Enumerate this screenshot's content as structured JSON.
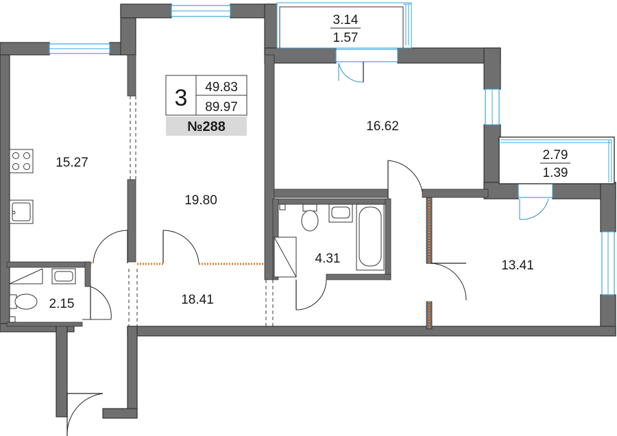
{
  "apartment": {
    "rooms_count": "3",
    "living_area": "49.83",
    "total_area": "89.97",
    "number": "№288"
  },
  "rooms": {
    "kitchen": "15.27",
    "living_room": "19.80",
    "bedroom_top": "16.62",
    "bedroom_right": "13.41",
    "hall": "18.41",
    "bathroom": "4.31",
    "wc": "2.15"
  },
  "balconies": {
    "top": {
      "area": "3.14",
      "coef_area": "1.57"
    },
    "right": {
      "area": "2.79",
      "coef_area": "1.39"
    }
  },
  "colors": {
    "wall": "#6f6f6f",
    "window": "#3aa6d8",
    "hatch": "#e57a2a",
    "badge": "#d9d9d9"
  }
}
